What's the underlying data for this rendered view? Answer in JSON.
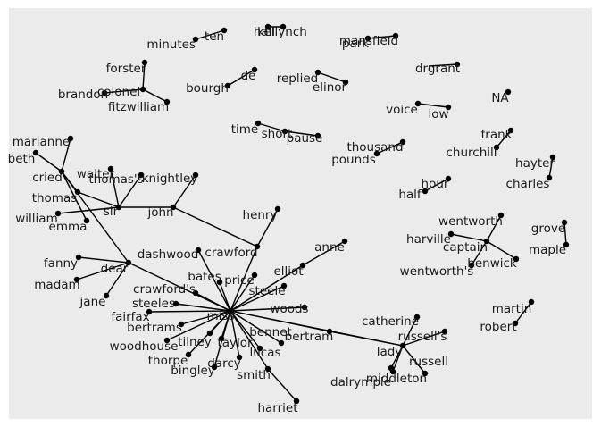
{
  "panel_background": "#ebebeb",
  "node_color": "#000000",
  "edge_color": "#000000",
  "label_color": "#1a1a1a",
  "nodes": [
    "minutes",
    "ten",
    "kellynch",
    "hall",
    "mansfield",
    "park",
    "drgrant",
    "forster",
    "colonel",
    "brandon",
    "fitzwilliam",
    "de",
    "bourgh",
    "replied",
    "elinor",
    "NA",
    "voice",
    "low",
    "time",
    "short",
    "pause",
    "frank",
    "churchill",
    "thousand",
    "pounds",
    "hayter",
    "charles",
    "marianne",
    "beth",
    "cried",
    "thomas",
    "william",
    "emma",
    "walter",
    "thomas's",
    "knightley",
    "sir",
    "john",
    "henry",
    "hour",
    "half",
    "wentworth",
    "harville",
    "captain",
    "benwick",
    "wentworth's",
    "grove",
    "maple",
    "fanny",
    "dear",
    "madam",
    "jane",
    "dashwood",
    "crawford",
    "anne",
    "elliot",
    "bates",
    "price",
    "steele",
    "crawford's",
    "steeles",
    "fairfax",
    "miss",
    "lady",
    "woods",
    "bertrams",
    "woodhouse",
    "tilney",
    "taylor",
    "thorpe",
    "bingley",
    "darcy",
    "lucas",
    "bennet",
    "bertram",
    "smith",
    "harriet",
    "catherine",
    "russell's",
    "russell",
    "dalrymple",
    "middleton",
    "martin",
    "robert"
  ],
  "edges": [
    [
      "ten",
      "minutes"
    ],
    [
      "kellynch",
      "hall"
    ],
    [
      "mansfield",
      "park"
    ],
    [
      "drgrant",
      "drgrant"
    ],
    [
      "forster",
      "colonel"
    ],
    [
      "colonel",
      "brandon"
    ],
    [
      "colonel",
      "fitzwilliam"
    ],
    [
      "de",
      "bourgh"
    ],
    [
      "replied",
      "elinor"
    ],
    [
      "voice",
      "low"
    ],
    [
      "time",
      "short"
    ],
    [
      "short",
      "pause"
    ],
    [
      "frank",
      "churchill"
    ],
    [
      "thousand",
      "pounds"
    ],
    [
      "hayter",
      "charles"
    ],
    [
      "marianne",
      "cried"
    ],
    [
      "beth",
      "cried"
    ],
    [
      "cried",
      "thomas"
    ],
    [
      "cried",
      "emma"
    ],
    [
      "cried",
      "dear"
    ],
    [
      "thomas",
      "sir"
    ],
    [
      "william",
      "sir"
    ],
    [
      "walter",
      "sir"
    ],
    [
      "thomas's",
      "sir"
    ],
    [
      "sir",
      "john"
    ],
    [
      "knightley",
      "john"
    ],
    [
      "john",
      "crawford"
    ],
    [
      "hour",
      "half"
    ],
    [
      "wentworth",
      "captain"
    ],
    [
      "harville",
      "captain"
    ],
    [
      "captain",
      "benwick"
    ],
    [
      "captain",
      "wentworth's"
    ],
    [
      "grove",
      "maple"
    ],
    [
      "fanny",
      "dear"
    ],
    [
      "madam",
      "dear"
    ],
    [
      "dear",
      "jane"
    ],
    [
      "dear",
      "miss"
    ],
    [
      "henry",
      "crawford"
    ],
    [
      "crawford",
      "miss"
    ],
    [
      "dashwood",
      "miss"
    ],
    [
      "anne",
      "elliot"
    ],
    [
      "elliot",
      "miss"
    ],
    [
      "bates",
      "miss"
    ],
    [
      "price",
      "miss"
    ],
    [
      "steele",
      "miss"
    ],
    [
      "crawford's",
      "miss"
    ],
    [
      "steeles",
      "miss"
    ],
    [
      "fairfax",
      "miss"
    ],
    [
      "miss",
      "lady"
    ],
    [
      "miss",
      "woods"
    ],
    [
      "miss",
      "bertrams"
    ],
    [
      "miss",
      "woodhouse"
    ],
    [
      "miss",
      "tilney"
    ],
    [
      "miss",
      "taylor"
    ],
    [
      "miss",
      "thorpe"
    ],
    [
      "miss",
      "bingley"
    ],
    [
      "miss",
      "darcy"
    ],
    [
      "miss",
      "lucas"
    ],
    [
      "miss",
      "bennet"
    ],
    [
      "miss",
      "bertram"
    ],
    [
      "miss",
      "smith"
    ],
    [
      "smith",
      "harriet"
    ],
    [
      "bertram",
      "lady"
    ],
    [
      "lady",
      "catherine"
    ],
    [
      "lady",
      "russell's"
    ],
    [
      "lady",
      "russell"
    ],
    [
      "lady",
      "dalrymple"
    ],
    [
      "lady",
      "middleton"
    ],
    [
      "martin",
      "robert"
    ]
  ]
}
